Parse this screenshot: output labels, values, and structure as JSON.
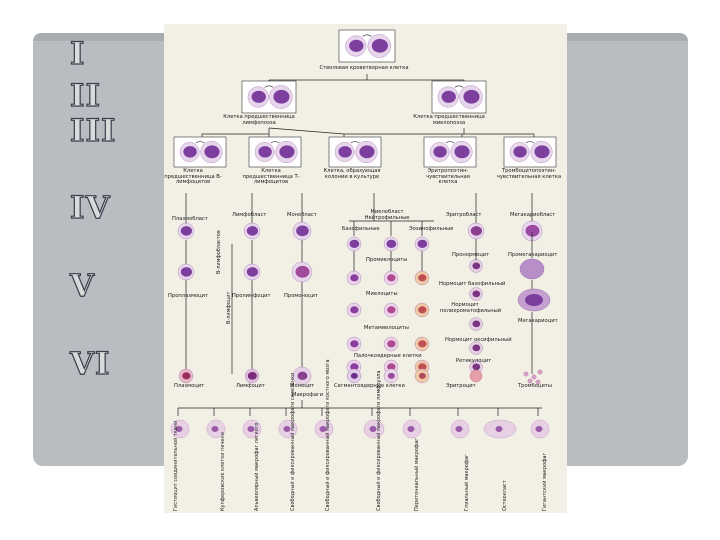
{
  "slide": {
    "levels": [
      "I",
      "II",
      "III",
      "IV",
      "V",
      "VI"
    ],
    "colors": {
      "frame": "#b9bcc0",
      "scheme_bg": "#f2efe4",
      "nucleus": "#7d3f9e",
      "cell": "#e8d6ec"
    }
  },
  "scheme": {
    "level1": "Стволовая кроветворная клетка",
    "level2": [
      "Клетка предшественница лимфопоэза",
      "Клетка предшественница миелопоэза"
    ],
    "level3": [
      "Клетка предшественница В-лимфоцитов",
      "Клетка предшественница Т-лимфоцитов",
      "Клетка, образующая колонии в культуре",
      "Эритропоэтин-чувствительная клетка",
      "Тромбоцитопоэтин-чувствительная клетка"
    ],
    "blasts": [
      "Плазмобласт",
      "Лимфобласт",
      "Монобласт",
      "Миелобласт Нейтрофильные",
      "Эритробласт",
      "Мегакариобласт"
    ],
    "myelo_branches": [
      "Базофильные",
      "Эозинофильные"
    ],
    "cyte_labels": [
      "Промиелоциты",
      "Пронормоцит",
      "Промегакариоцит",
      "Нормоцит базофильный",
      "Миелоциты",
      "Нормоцит полихроматофильный",
      "Мегакариоцит",
      "Метамиелоциты",
      "Нормоцит оксифильный",
      "Палочкоядерные клетки",
      "Ретикулоцит"
    ],
    "pro_labels": [
      "Проплазмоцит",
      "Пролимфоцит",
      "Промоноцит"
    ],
    "vertical": [
      "В-лимфобластов",
      "В-лимфоцит"
    ],
    "mature": [
      "Плазмоцит",
      "Лимфоцит",
      "Моноцит",
      "Сегментоядерные клетки",
      "Эритроцит",
      "Тромбоциты"
    ],
    "macrophage": "Макрофаги",
    "tissue": [
      "Гистиоцит соединительной ткани",
      "Купферовские клетки печени",
      "Альвеолярный макрофаг легкого",
      "Свободный и фиксированный макрофаги селезенки",
      "Свободный и фиксированный макрофаги костного мозга",
      "Свободный и фиксированный макрофаги лимфоузла",
      "Перитонеальный макрофаг",
      "Глиальный макрофаг",
      "Остеокласт",
      "Гигантский макрофаг"
    ]
  }
}
